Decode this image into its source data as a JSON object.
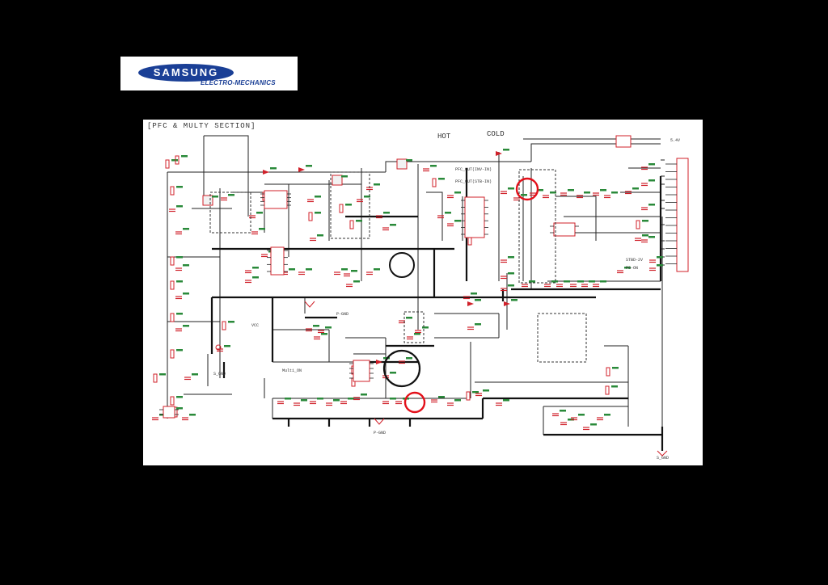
{
  "logo": {
    "brand": "SAMSUNG",
    "subtitle": "ELECTRO-MECHANICS",
    "brand_color": "#1a3f96"
  },
  "schematic": {
    "section_title": "[PFC & MULTY SECTION]",
    "hot_label": "HOT",
    "cold_label": "COLD",
    "pfc_out_label_1": "PFC_OUT(INV-IN)",
    "pfc_out_label_2": "PFC_OUT(STB-IN)",
    "lv_label": "5.4V",
    "stby_label": "STBD-2V",
    "ps_on_label": "PS-ON",
    "vcc_label": "VCC",
    "multi_label": "Multi_ON",
    "pgnd_label": "P-GND",
    "sgnd_label": "S_GND",
    "highlight_color": "#e3101a",
    "wire_color": "#222222",
    "part_color": "#d0212a",
    "label_color": "#2a8a3a"
  }
}
